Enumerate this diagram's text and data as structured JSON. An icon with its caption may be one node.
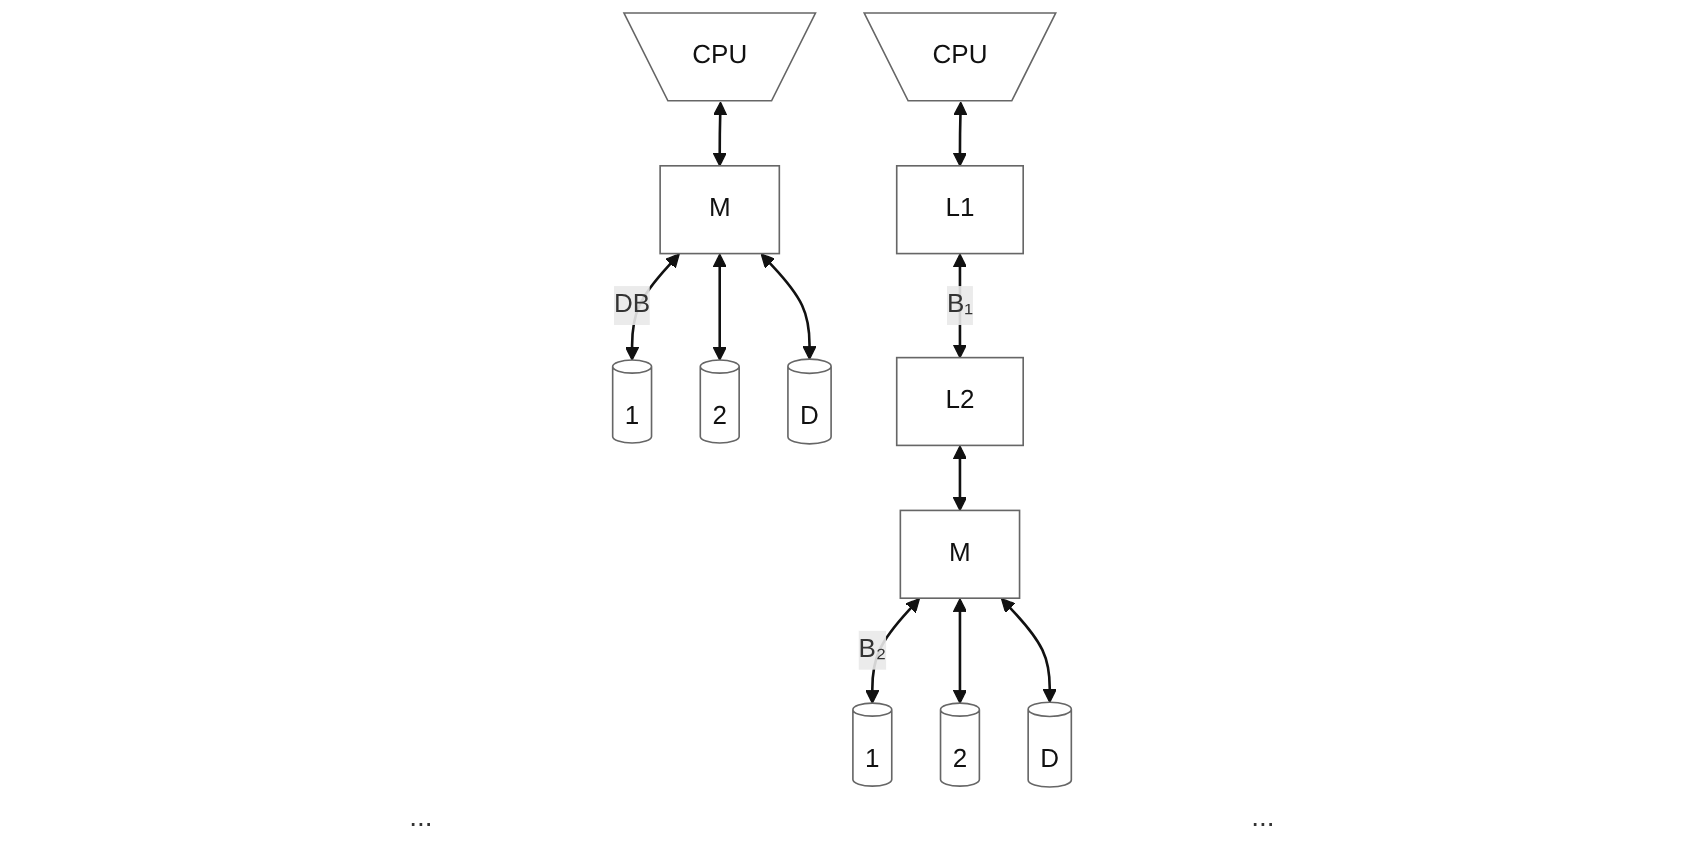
{
  "diagram": {
    "nodes": [
      {
        "text": [
          "CPU"
        ]
      },
      {
        "text": [
          "M"
        ]
      },
      {
        "text": [
          "1"
        ]
      },
      {
        "text": [
          "2"
        ]
      },
      {
        "text": [
          "D"
        ]
      },
      {
        "text": [
          "CPU"
        ]
      },
      {
        "text": [
          "L1"
        ]
      },
      {
        "text": [
          "L2"
        ]
      },
      {
        "text": [
          "M"
        ]
      },
      {
        "text": [
          "1"
        ]
      },
      {
        "text": [
          "2"
        ]
      },
      {
        "text": [
          "D"
        ]
      }
    ],
    "edges": [
      {
        "from": 0,
        "to": 1,
        "arrow": "both"
      },
      {
        "from": 1,
        "to": 2,
        "arrow": "both",
        "label": "DB"
      },
      {
        "from": 1,
        "to": 3,
        "arrow": "both"
      },
      {
        "from": 1,
        "to": 4,
        "arrow": "both"
      },
      {
        "from": 5,
        "to": 6,
        "arrow": "both"
      },
      {
        "from": 6,
        "to": 7,
        "arrow": "both",
        "label": "B₁"
      },
      {
        "from": 7,
        "to": 8,
        "arrow": "both"
      },
      {
        "from": 8,
        "to": 9,
        "arrow": "both",
        "label": "B₂"
      },
      {
        "from": 8,
        "to": 10,
        "arrow": "both"
      },
      {
        "from": 8,
        "to": 11,
        "arrow": "both"
      }
    ],
    "labels": [
      "...",
      "..."
    ]
  }
}
